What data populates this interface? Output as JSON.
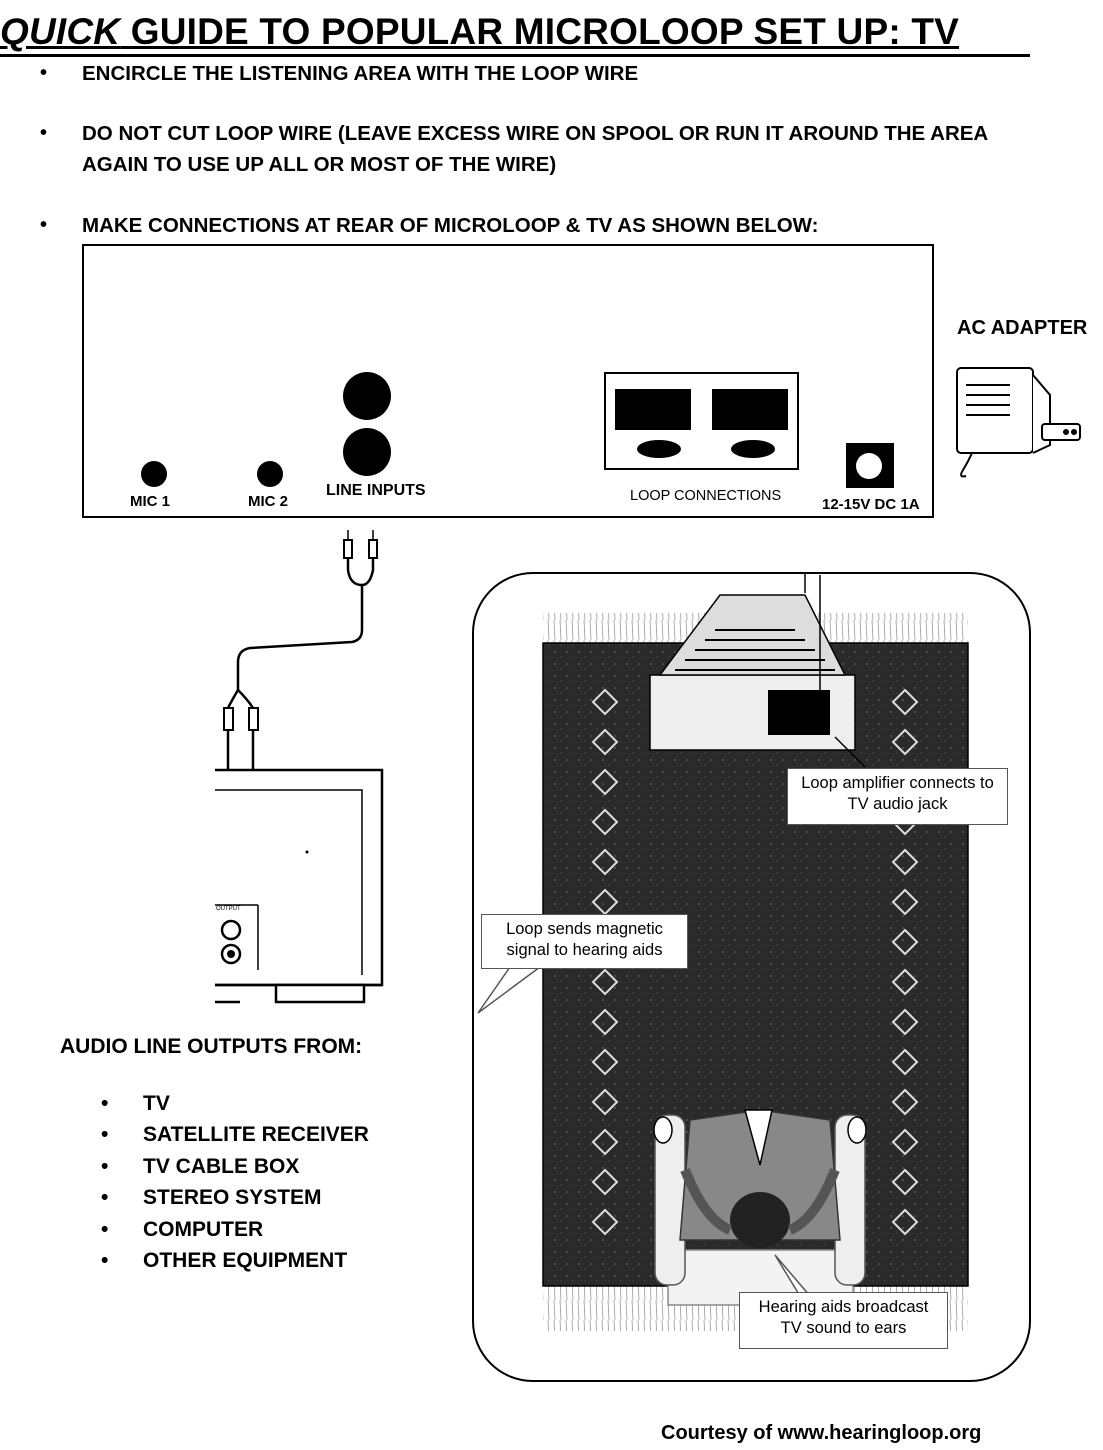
{
  "title": {
    "quick": "QUICK",
    "rest": " GUIDE TO POPULAR MICROLOOP SET UP: TV"
  },
  "instructions": [
    "ENCIRCLE THE LISTENING AREA WITH THE LOOP WIRE",
    "DO NOT CUT LOOP WIRE (LEAVE EXCESS WIRE ON SPOOL OR RUN IT AROUND THE AREA AGAIN TO USE UP ALL OR MOST OF THE WIRE)",
    "MAKE CONNECTIONS AT REAR OF MICROLOOP & TV AS SHOWN BELOW:"
  ],
  "microloop_panel": {
    "mic1": "MIC 1",
    "mic2": "MIC 2",
    "line_inputs": "LINE INPUTS",
    "loop_connections": "LOOP CONNECTIONS",
    "power": "12-15V DC 1A"
  },
  "ac_adapter": "AC ADAPTER",
  "tv_output_label": "OUTPUT",
  "callouts": {
    "amplifier": "Loop amplifier connects to TV audio jack",
    "loop": "Loop sends magnetic signal to hearing aids",
    "hearing_aids": "Hearing aids broadcast TV sound to ears"
  },
  "sources_heading": "AUDIO LINE OUTPUTS FROM:",
  "sources": [
    "TV",
    "SATELLITE RECEIVER",
    "TV CABLE BOX",
    "STEREO SYSTEM",
    "COMPUTER",
    "OTHER EQUIPMENT"
  ],
  "courtesy": "Courtesy of www.hearingloop.org"
}
